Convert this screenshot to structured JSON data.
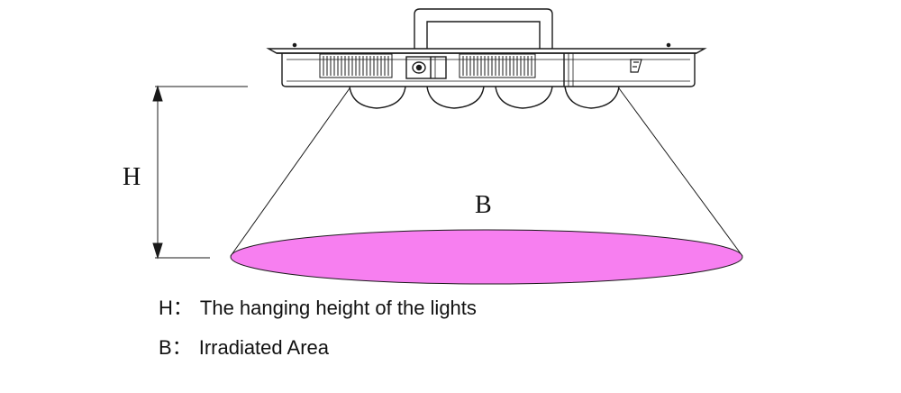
{
  "diagram": {
    "height_symbol": "H",
    "area_symbol": "B",
    "colors": {
      "irradiated_area": "#f77ff0",
      "line": "#1a1a1a"
    },
    "icons": [
      "grow-light-fixture",
      "toggle-switch-icon",
      "power-plug-icon"
    ]
  },
  "legend": {
    "h_key": "H",
    "h_sep": "：",
    "h_text": "The hanging height of the lights",
    "b_key": "B",
    "b_sep": "：",
    "b_text": "Irradiated Area"
  }
}
